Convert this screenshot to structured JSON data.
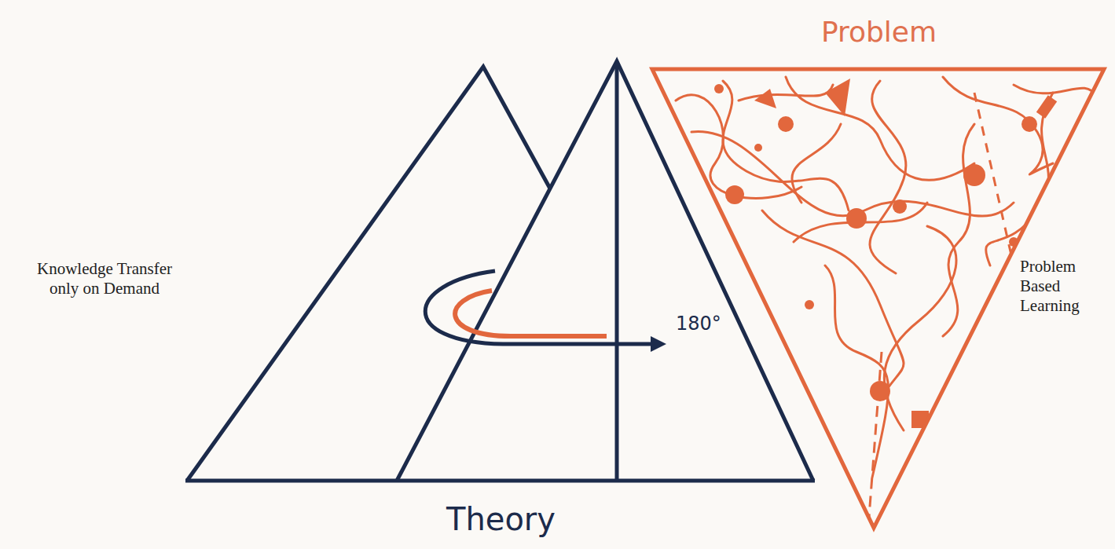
{
  "diagram": {
    "nodes": [
      {
        "text": [
          "Theory"
        ]
      },
      {
        "text": [
          "Problem"
        ]
      }
    ],
    "labels": [
      "Knowledge Transfer only on Demand",
      "180°",
      "Problem Based Learning"
    ]
  }
}
